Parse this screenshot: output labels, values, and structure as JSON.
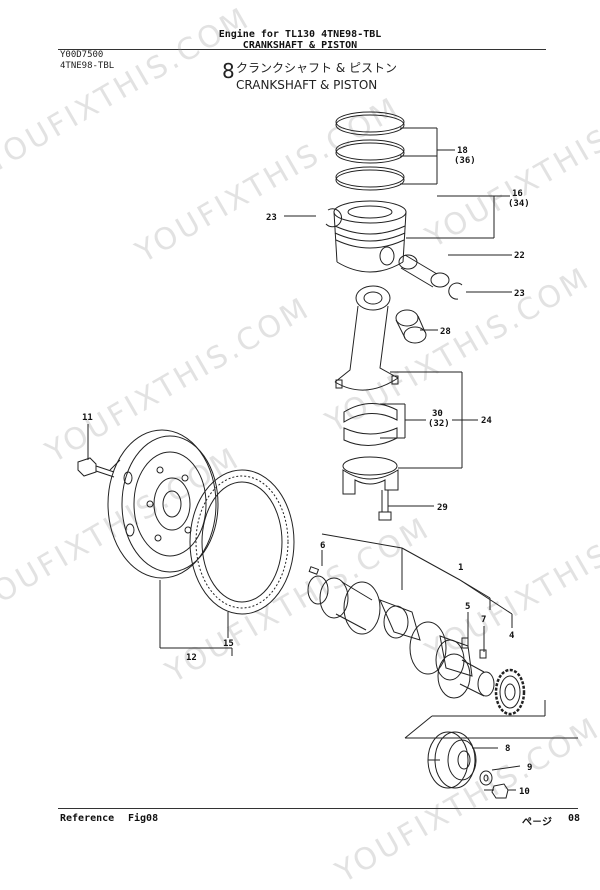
{
  "header": {
    "title_line1": "Engine for TL130  4TNE98-TBL",
    "title_line2": "CRANKSHAFT & PISTON",
    "code": "Y00D7500",
    "model": "4TNE98-TBL",
    "section_number": "8",
    "section_jp": "クランクシャフト & ピストン",
    "section_en": "CRANKSHAFT & PISTON"
  },
  "watermark": "YOUFIXTHIS.COM",
  "callouts": [
    "18",
    "(36)",
    "16",
    "(34)",
    "23",
    "22",
    "23",
    "28",
    "30",
    "(32)",
    "24",
    "29",
    "11",
    "6",
    "1",
    "5",
    "7",
    "4",
    "15",
    "12",
    "8",
    "9",
    "10"
  ],
  "footer": {
    "reference_label": "Reference",
    "fig": "Fig08",
    "page_label": "ぺ－ジ",
    "page_number": "08"
  }
}
